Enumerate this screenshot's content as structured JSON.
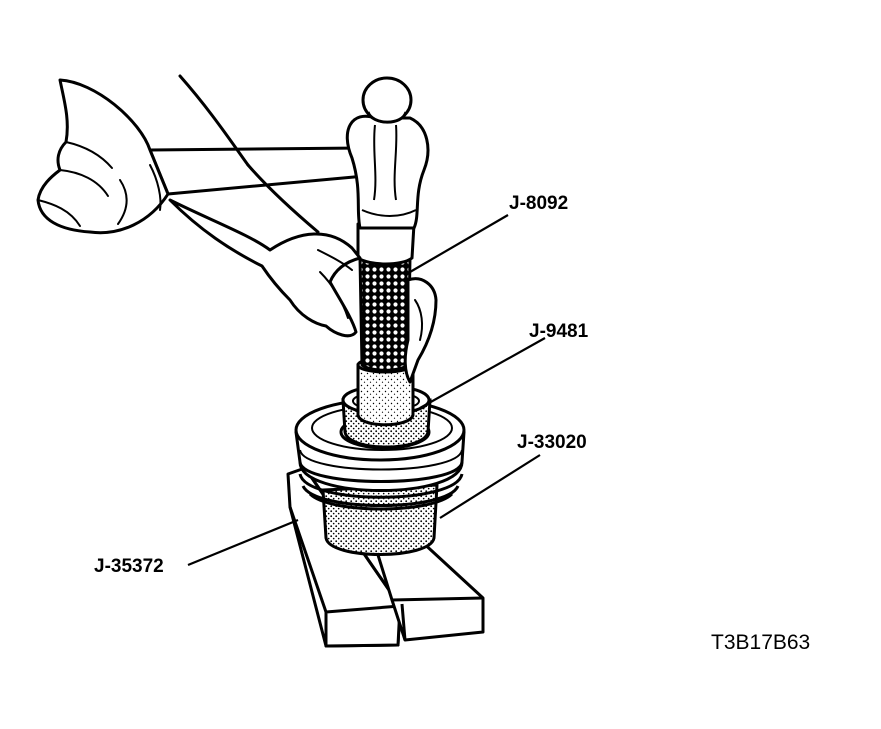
{
  "callouts": {
    "tool_8092": "J-8092",
    "tool_9481": "J-9481",
    "tool_33020": "J-33020",
    "tool_35372": "J-35372"
  },
  "figure_code": "T3B17B63",
  "colors": {
    "ink": "#000000",
    "paper": "#ffffff",
    "stipple": "#000000"
  }
}
